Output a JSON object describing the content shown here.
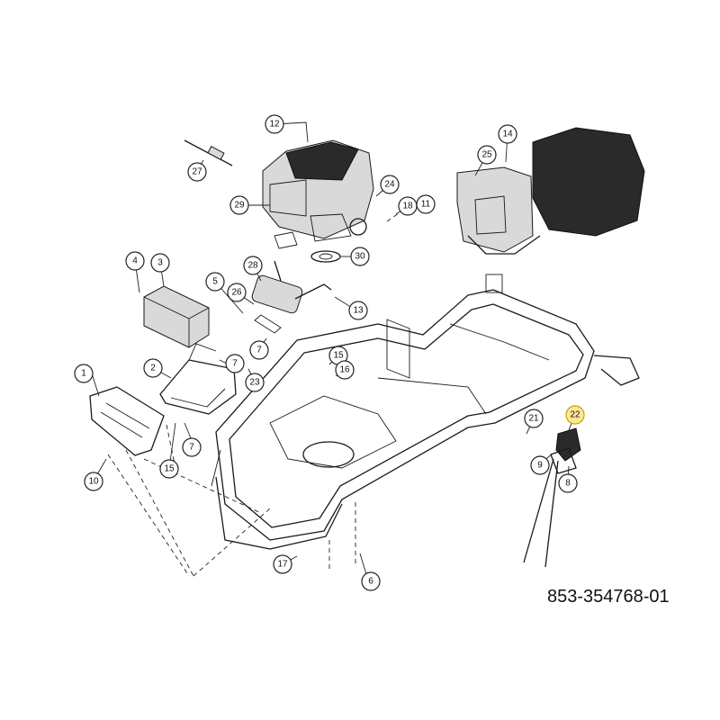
{
  "document": {
    "part_number": "853-354768-01"
  },
  "callouts": [
    {
      "label": "1"
    },
    {
      "label": "2"
    },
    {
      "label": "3"
    },
    {
      "label": "4"
    },
    {
      "label": "5"
    },
    {
      "label": "6"
    },
    {
      "label": "7"
    },
    {
      "label": "7"
    },
    {
      "label": "7"
    },
    {
      "label": "8"
    },
    {
      "label": "9"
    },
    {
      "label": "10"
    },
    {
      "label": "11"
    },
    {
      "label": "12"
    },
    {
      "label": "13"
    },
    {
      "label": "14"
    },
    {
      "label": "15"
    },
    {
      "label": "15"
    },
    {
      "label": "16"
    },
    {
      "label": "17"
    },
    {
      "label": "18"
    },
    {
      "label": "21"
    },
    {
      "label": "22"
    },
    {
      "label": "23"
    },
    {
      "label": "24"
    },
    {
      "label": "25"
    },
    {
      "label": "26"
    },
    {
      "label": "27"
    },
    {
      "label": "28"
    },
    {
      "label": "29"
    },
    {
      "label": "30"
    }
  ],
  "highlighted_callout": "22",
  "colors": {
    "line": "#1a1a1a",
    "highlight_fill": "#ffe79a",
    "highlight_stroke": "#c8a200"
  }
}
